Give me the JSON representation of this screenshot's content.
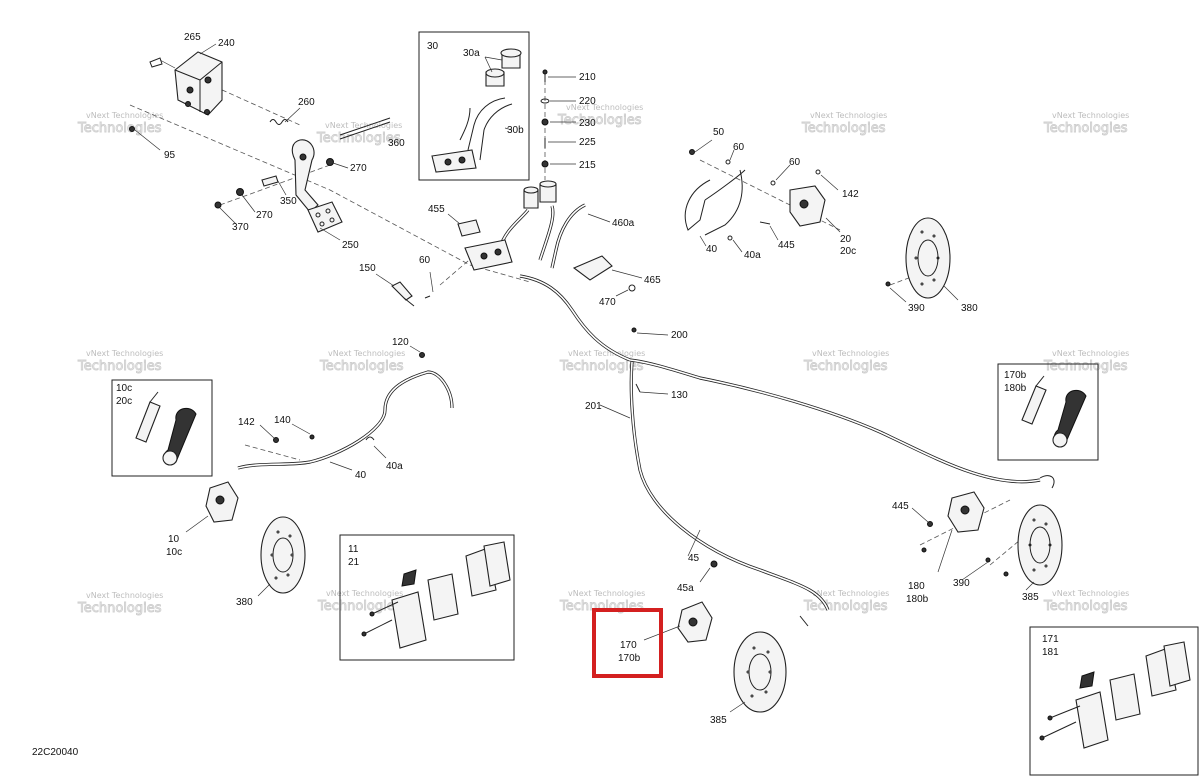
{
  "diagram_code": "22C20040",
  "watermark": {
    "line1": "vNext Technologies",
    "line2": "Technologies"
  },
  "highlight_color": "#d42020",
  "callouts": {
    "c265": "265",
    "c240": "240",
    "c95": "95",
    "c260": "260",
    "c360": "360",
    "c270a": "270",
    "c350": "350",
    "c270b": "270",
    "c370": "370",
    "c250": "250",
    "c30": "30",
    "c30a": "30a",
    "c30b": "30b",
    "c210": "210",
    "c220": "220",
    "c230": "230",
    "c225": "225",
    "c215": "215",
    "c455": "455",
    "c460a": "460a",
    "c465": "465",
    "c470": "470",
    "c150": "150",
    "c60a": "60",
    "c50": "50",
    "c60b": "60",
    "c60c": "60",
    "c142a": "142",
    "c40a": "40",
    "c40a2": "40a",
    "c445a": "445",
    "c20": "20",
    "c20c": "20c",
    "c390a": "390",
    "c380a": "380",
    "c200": "200",
    "c130": "130",
    "c201": "201",
    "c120": "120",
    "c142b": "142",
    "c140": "140",
    "c40b": "40",
    "c40a3": "40a",
    "c10c_box": "10c",
    "c20c_box": "20c",
    "c10": "10",
    "c10c": "10c",
    "c380b": "380",
    "c11": "11",
    "c21": "21",
    "c45": "45",
    "c45a": "45a",
    "c170": "170",
    "c170b": "170b",
    "c385a": "385",
    "c170b_box": "170b",
    "c180b_box": "180b",
    "c445b": "445",
    "c180": "180",
    "c180b": "180b",
    "c390b": "390",
    "c385b": "385",
    "c171": "171",
    "c181": "181"
  }
}
